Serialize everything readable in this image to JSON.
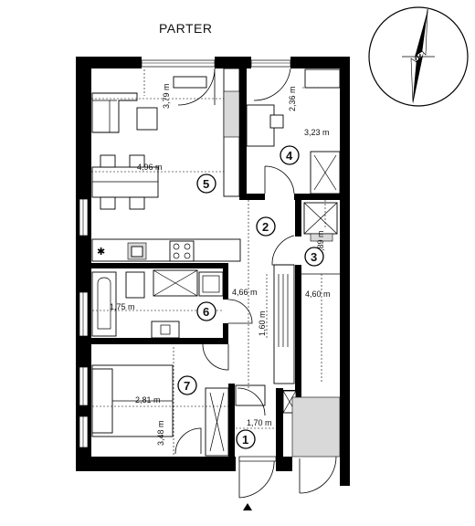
{
  "title": "PARTER",
  "compass": {
    "label": "N"
  },
  "rooms": [
    {
      "number": "1"
    },
    {
      "number": "2"
    },
    {
      "number": "3"
    },
    {
      "number": "4"
    },
    {
      "number": "5"
    },
    {
      "number": "6"
    },
    {
      "number": "7"
    }
  ],
  "dimensions": {
    "living_depth": "3,79 m",
    "living_width": "4,96 m",
    "room4_width": "2,36 m",
    "room4_depth": "3,23 m",
    "closet_width": "0,89 m",
    "corridor_length": "4,66 m",
    "room3_length": "4,60 m",
    "bath_width": "1,75 m",
    "bath_depth": "1,60 m",
    "bedroom_width": "2,81 m",
    "bedroom_depth": "3,48 m",
    "hall_width": "1,70 m"
  }
}
